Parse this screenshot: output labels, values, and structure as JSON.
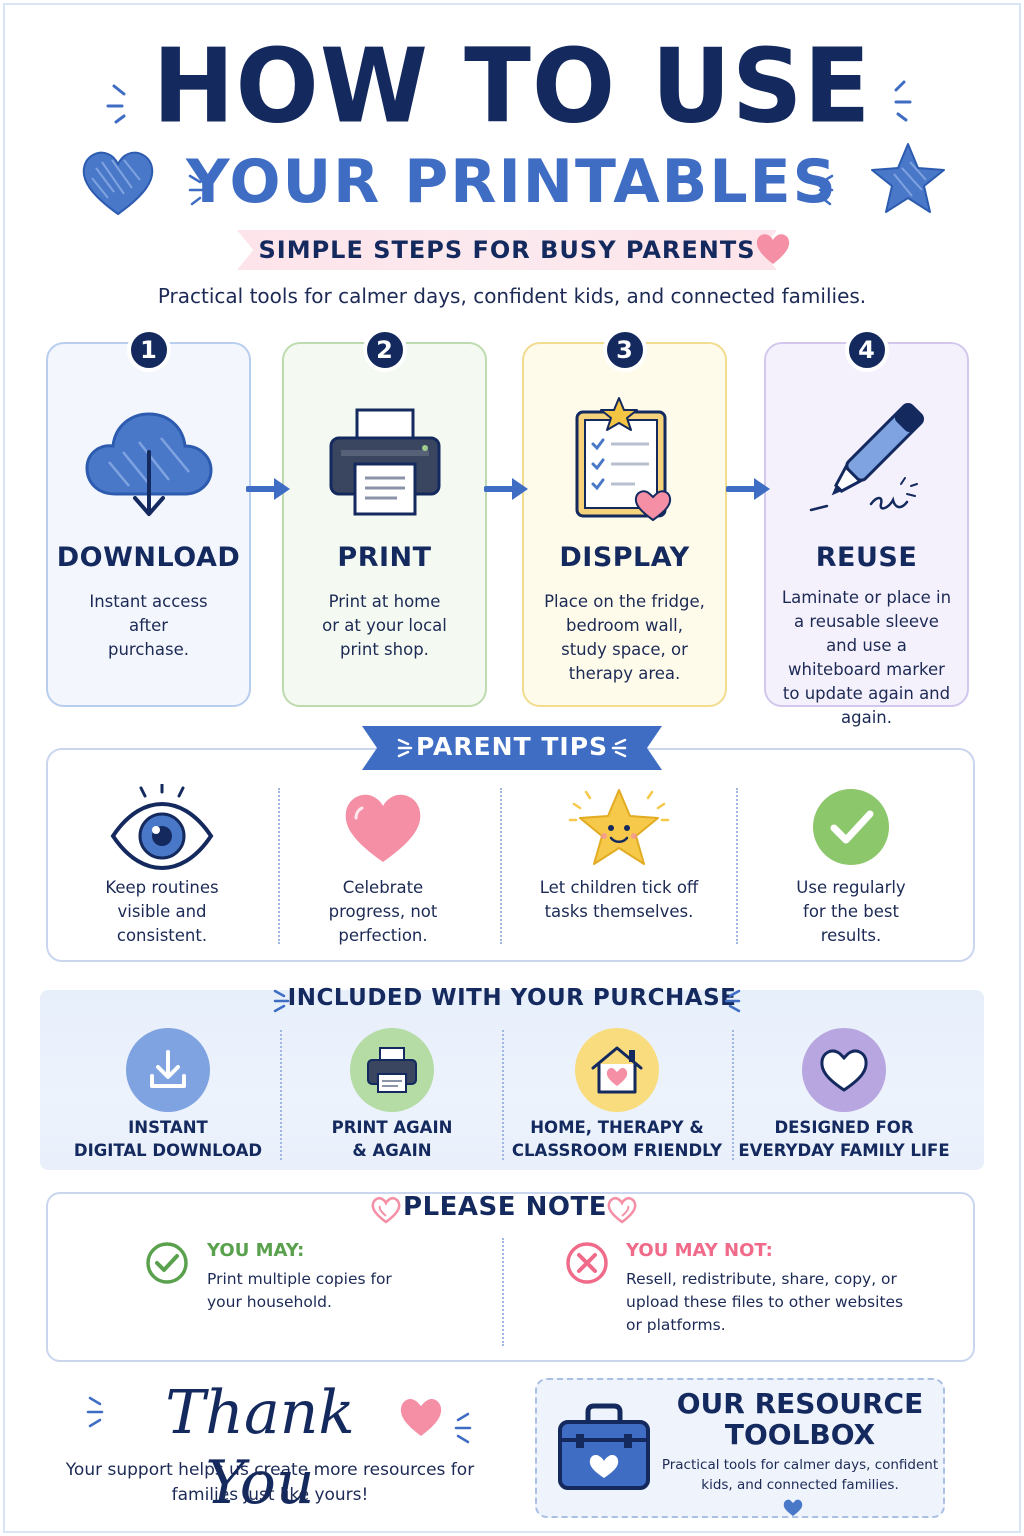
{
  "header": {
    "title": "HOW TO USE",
    "subtitle": "YOUR PRINTABLES",
    "ribbon": "SIMPLE STEPS FOR BUSY PARENTS",
    "tagline": "Practical tools for calmer days, confident kids, and connected families."
  },
  "steps": [
    {
      "number": "1",
      "title": "DOWNLOAD",
      "desc": "Instant access after purchase.",
      "icon": "cloud-download-icon",
      "color": "#4a78c8"
    },
    {
      "number": "2",
      "title": "PRINT",
      "desc": "Print at home or at your local print shop.",
      "icon": "printer-icon",
      "color": "#9fcc8c"
    },
    {
      "number": "3",
      "title": "DISPLAY",
      "desc": "Place on the fridge, bedroom wall, study space, or therapy area.",
      "icon": "clipboard-checklist-icon",
      "color": "#f2d77a"
    },
    {
      "number": "4",
      "title": "REUSE",
      "desc": "Laminate or place in a reusable sleeve and use a whiteboard marker to update again and again.",
      "icon": "marker-pen-icon",
      "color": "#c7b9e6"
    }
  ],
  "tips": {
    "banner": "PARENT TIPS",
    "items": [
      {
        "text": "Keep routines visible and consistent.",
        "icon": "eye-icon"
      },
      {
        "text": "Celebrate progress, not perfection.",
        "icon": "heart-icon"
      },
      {
        "text": "Let children tick off tasks themselves.",
        "icon": "smiling-star-icon"
      },
      {
        "text": "Use regularly for the best results.",
        "icon": "check-circle-icon"
      }
    ]
  },
  "included": {
    "title": "INCLUDED WITH YOUR PURCHASE",
    "items": [
      {
        "line1": "INSTANT",
        "line2": "DIGITAL DOWNLOAD",
        "icon": "download-icon",
        "color": "#7fa3e0"
      },
      {
        "line1": "PRINT AGAIN",
        "line2": "& AGAIN",
        "icon": "printer-icon",
        "color": "#b6dca5"
      },
      {
        "line1": "HOME, THERAPY &",
        "line2": "CLASSROOM FRIENDLY",
        "icon": "house-heart-icon",
        "color": "#f8dc7e"
      },
      {
        "line1": "DESIGNED FOR",
        "line2": "EVERYDAY FAMILY LIFE",
        "icon": "heart-outline-icon",
        "color": "#b8a6e0"
      }
    ]
  },
  "note": {
    "title": "PLEASE NOTE",
    "may_head": "YOU MAY:",
    "may_text": "Print multiple copies for your household.",
    "may_not_head": "YOU MAY NOT:",
    "may_not_text": "Resell, redistribute, share, copy, or upload these files to other websites or platforms."
  },
  "footer": {
    "thanks": "Thank You",
    "thanks_text": "Your support helps us create more resources for families just like yours!",
    "toolbox_title": "OUR RESOURCE TOOLBOX",
    "toolbox_text": "Practical tools for calmer days, confident kids, and connected families."
  },
  "colors": {
    "navy": "#14295e",
    "blue": "#3f6dc4",
    "pink": "#f48fa5",
    "green": "#5aa14e"
  }
}
